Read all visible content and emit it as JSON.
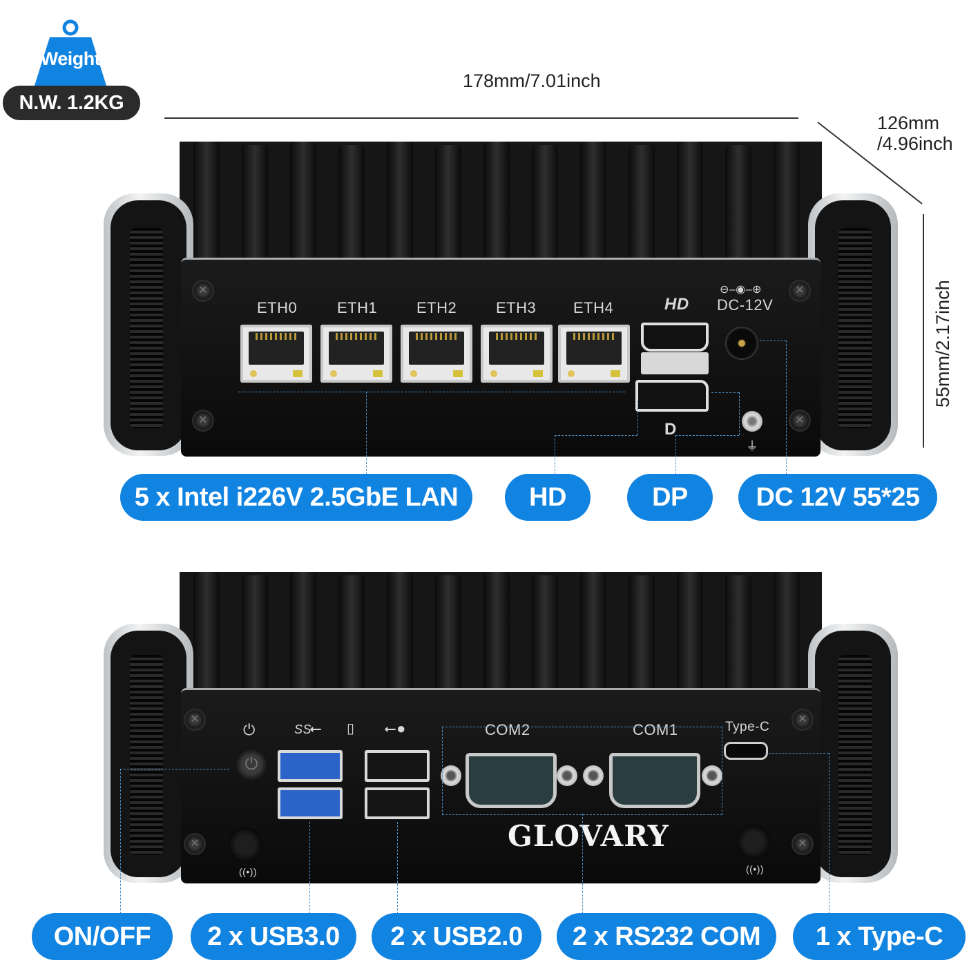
{
  "weight": {
    "title": "Weight",
    "net_weight": "N.W. 1.2KG"
  },
  "dimensions": {
    "width": "178mm/7.01inch",
    "depth_line1": "126mm",
    "depth_line2": "/4.96inch",
    "height": "55mm/2.17inch"
  },
  "front_panel": {
    "eth_ports": [
      "ETH0",
      "ETH1",
      "ETH2",
      "ETH3",
      "ETH4"
    ],
    "hd_logo": "HD",
    "dc_label": "DC-12V",
    "dp_logo": "D"
  },
  "rear_panel": {
    "com_ports": [
      "COM2",
      "COM1"
    ],
    "typec_label": "Type-C",
    "usb3_logo": "SS",
    "brand": "GLOVARY"
  },
  "callouts_top": [
    "5 x Intel i226V 2.5GbE LAN",
    "HD",
    "DP",
    "DC 12V 55*25"
  ],
  "callouts_bottom": [
    "ON/OFF",
    "2 x USB3.0",
    "2 x USB2.0",
    "2 x RS232 COM",
    "1 x Type-C"
  ],
  "colors": {
    "accent_blue": "#1183e0",
    "badge_dark": "#2b2b2b",
    "usb3_blue": "#2c63c9"
  }
}
